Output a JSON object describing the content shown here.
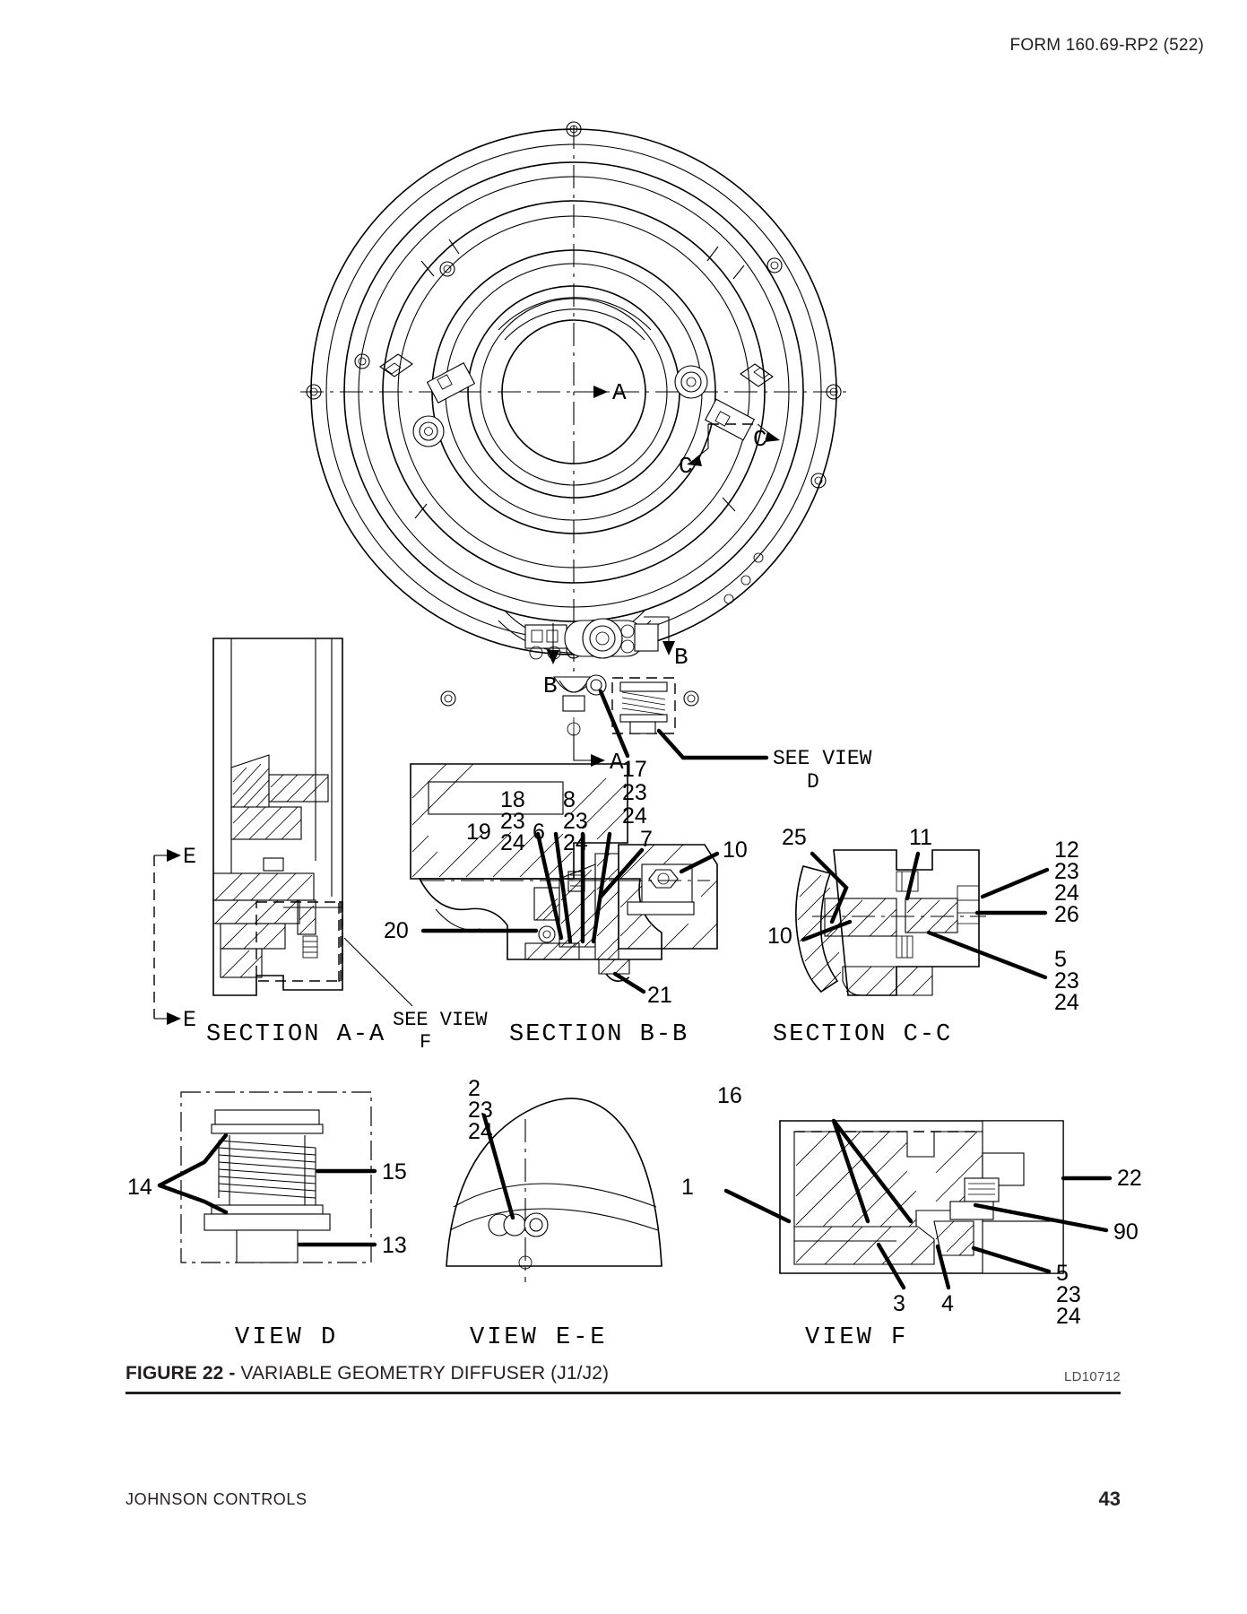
{
  "header": {
    "form_code": "FORM 160.69-RP2 (522)"
  },
  "figure": {
    "number_label": "FIGURE 22 -",
    "title": "VARIABLE GEOMETRY DIFFUSER (J1/J2)",
    "drawing_code": "LD10712"
  },
  "footer": {
    "brand": "JOHNSON CONTROLS",
    "page_number": "43"
  },
  "views": {
    "section_aa": "SECTION A-A",
    "section_bb": "SECTION B-B",
    "section_cc": "SECTION C-C",
    "view_d": "VIEW D",
    "view_ee": "VIEW E-E",
    "view_f": "VIEW F",
    "see_view_d_line1": "SEE VIEW",
    "see_view_d_line2": "D",
    "see_view_f_line1": "SEE VIEW",
    "see_view_f_line2": "F"
  },
  "section_marks": {
    "a_top": "A",
    "a_bottom": "A",
    "b_left": "B",
    "b_right": "B",
    "c_left": "C",
    "c_right": "C",
    "e_top": "E",
    "e_bottom": "E"
  },
  "callouts": {
    "top_view": {
      "group_17_23_24": [
        "17",
        "23",
        "24"
      ]
    },
    "section_bb": {
      "n19": "19",
      "group_18_23_24": [
        "18",
        "23",
        "24"
      ],
      "n6": "6",
      "group_8_23_24": [
        "8",
        "23",
        "24"
      ],
      "n7": "7",
      "n10": "10",
      "n20": "20",
      "n21": "21"
    },
    "section_cc": {
      "n25": "25",
      "n11": "11",
      "n10": "10",
      "group_12_23_24": [
        "12",
        "23",
        "24"
      ],
      "n26": "26",
      "group_5_23_24": [
        "5",
        "23",
        "24"
      ]
    },
    "view_d": {
      "n14": "14",
      "n15": "15",
      "n13": "13"
    },
    "view_ee": {
      "group_2_23_24": [
        "2",
        "23",
        "24"
      ]
    },
    "view_f": {
      "n16": "16",
      "n1": "1",
      "n22": "22",
      "n90": "90",
      "n3": "3",
      "n4": "4",
      "group_5_23_24": [
        "5",
        "23",
        "24"
      ]
    }
  }
}
